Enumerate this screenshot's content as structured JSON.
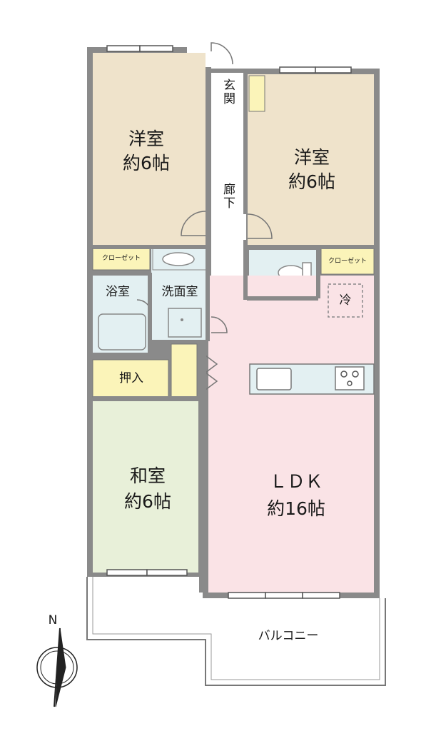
{
  "rooms": {
    "western_left": {
      "name": "洋室",
      "size": "約6帖"
    },
    "western_right": {
      "name": "洋室",
      "size": "約6帖"
    },
    "japanese": {
      "name": "和室",
      "size": "約6帖"
    },
    "ldk": {
      "name": "ＬＤＫ",
      "size": "約16帖"
    }
  },
  "labels": {
    "entrance": "玄関",
    "hallway": "廊下",
    "closet_left": "クローゼット",
    "closet_right": "クローゼット",
    "bath": "浴室",
    "washroom": "洗面室",
    "storage": "押入",
    "fridge": "冷",
    "balcony": "バルコニー",
    "north": "N"
  },
  "colors": {
    "western": "#efe3cb",
    "japanese": "#e8f0d9",
    "ldk": "#fae3e6",
    "wet": "#e3f0f2",
    "closet": "#fbf4b9",
    "wall": "#7a7a7a"
  }
}
